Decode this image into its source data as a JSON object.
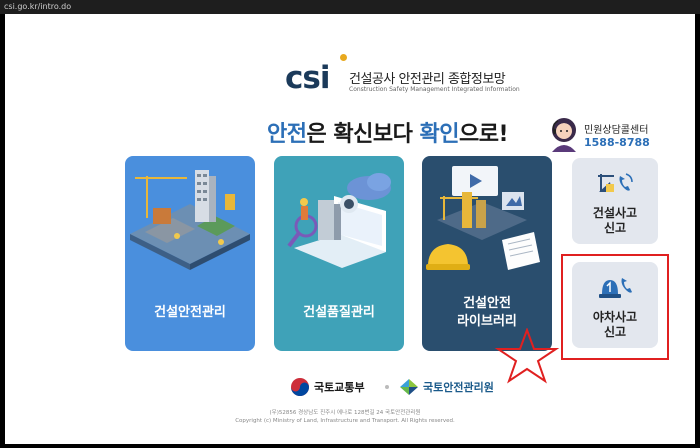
{
  "browser": {
    "url": "csi.go.kr/intro.do"
  },
  "logo": {
    "mark": "csi",
    "title": "건설공사 안전관리 종합정보망",
    "subtitle": "Construction Safety Management Integrated Information"
  },
  "slogan": {
    "part1": "안전",
    "part2": "은 확신보다 ",
    "part3": "확인",
    "part4": "으로!"
  },
  "counsel": {
    "label": "민원상담콜센터",
    "phone": "1588-8788"
  },
  "cards": [
    {
      "label_line1": "건설안전관리",
      "label_line2": ""
    },
    {
      "label_line1": "건설품질관리",
      "label_line2": ""
    },
    {
      "label_line1": "건설안전",
      "label_line2": "라이브러리"
    }
  ],
  "side_cards": [
    {
      "line1": "건설사고",
      "line2": "신고"
    },
    {
      "line1": "야차사고",
      "line2": "신고"
    }
  ],
  "footer": {
    "molit": "국토교통부",
    "kalis": "국토안전관리원",
    "address": "(우)52856 경상남도 진주시 에나로 128번길 24 국토안전관리원",
    "copyright": "Copyright (c) Ministry of Land, Infrastructure and Transport. All Rights reserved."
  },
  "colors": {
    "accent": "#2c6fb7",
    "card1": "#4a8fdd",
    "card2": "#3fa2b8",
    "card3": "#2a4e6e",
    "highlight": "#e02020"
  }
}
